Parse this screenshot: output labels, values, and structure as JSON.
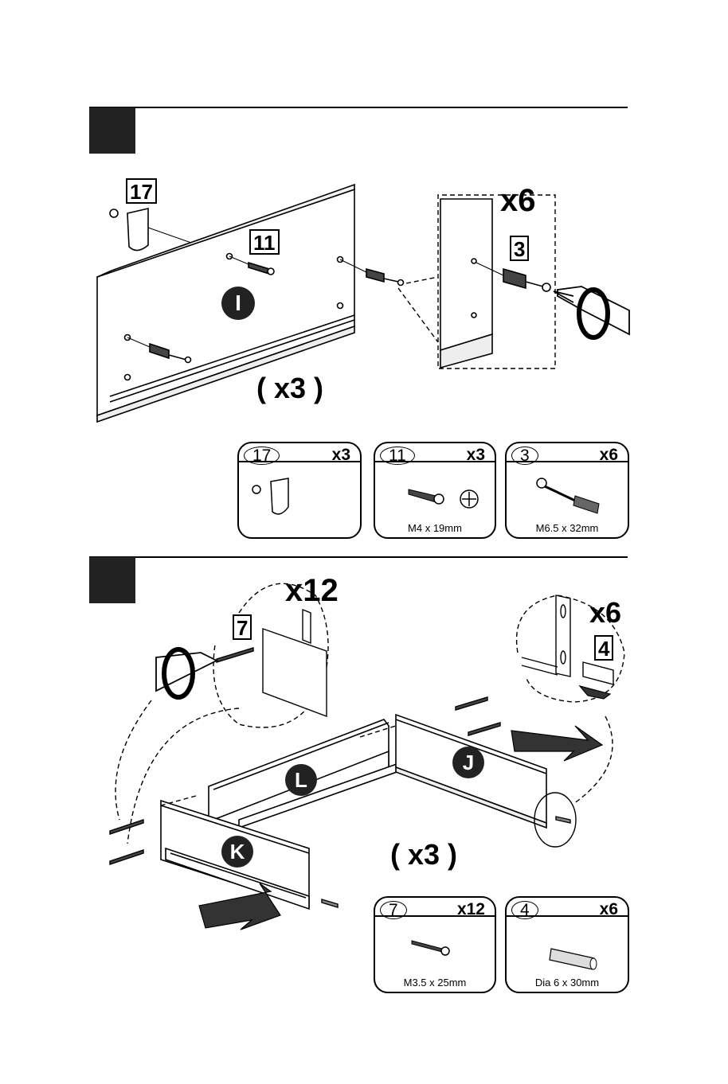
{
  "step1": {
    "labels": {
      "bracket": "17",
      "screw_short": "11",
      "cam_bolt": "3"
    },
    "panel_letter": "I",
    "detail_multiplier": "x6",
    "assembly_count": "( x3 )",
    "parts": [
      {
        "number": "17",
        "qty": "x3",
        "spec": ""
      },
      {
        "number": "11",
        "qty": "x3",
        "spec": "M4 x 19mm"
      },
      {
        "number": "3",
        "qty": "x6",
        "spec": "M6.5 x 32mm"
      }
    ]
  },
  "step2": {
    "labels": {
      "screw": "7",
      "dowel": "4"
    },
    "panel_letters": {
      "left": "K",
      "back": "L",
      "right": "J"
    },
    "detail_multiplier_screw": "x12",
    "detail_multiplier_dowel": "x6",
    "assembly_count": "( x3 )",
    "parts": [
      {
        "number": "7",
        "qty": "x12",
        "spec": "M3.5 x 25mm"
      },
      {
        "number": "4",
        "qty": "x6",
        "spec": "Dia 6 x 30mm"
      }
    ]
  }
}
